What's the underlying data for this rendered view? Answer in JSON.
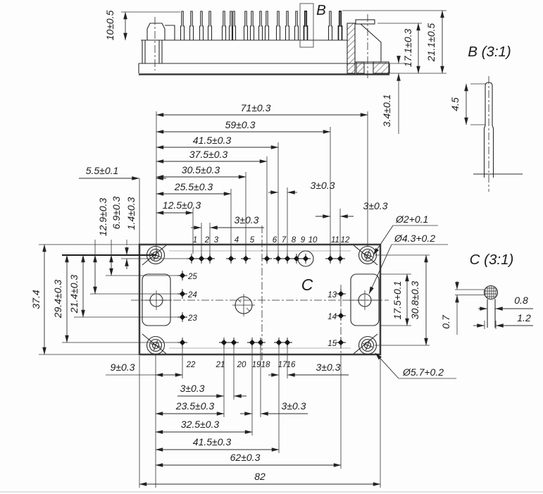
{
  "views": {
    "detail_b_title": "B (3:1)",
    "detail_c_title": "C (3:1)",
    "marker_b": "B",
    "marker_c": "C"
  },
  "dims": {
    "d71": "71±0.3",
    "d59": "59±0.3",
    "d41_5t": "41.5±0.3",
    "d37_5": "37.5±0.3",
    "d30_5": "30.5±0.3",
    "d25_5": "25.5±0.3",
    "d12_5": "12.5±0.3",
    "d3": "3±0.3",
    "d5_5": "5.5±0.1",
    "d37_4": "37.4",
    "d29_4": "29.4±0.3",
    "d21_4": "21.4±0.3",
    "d12_9": "12.9±0.3",
    "d6_9": "6.9±0.3",
    "d1_4": "1.4±0.3",
    "d9": "9±0.3",
    "d23_5": "23.5±0.3",
    "d32_5": "32.5±0.3",
    "d41_5b": "41.5±0.3",
    "d62": "62±0.3",
    "d82": "82",
    "d17_5": "17.5+0.1",
    "d30_8": "30.8±0.3",
    "dia2": "Ø2+0.1",
    "dia4_3": "Ø4.3+0.2",
    "dia5_7": "Ø5.7+0.2",
    "d10": "10±0.5",
    "d17_1": "17.1±0.3",
    "d21_1": "21.1±0.5",
    "d3_4": "3.4±0.1",
    "d4_5": "4.5",
    "d0_8": "0.8",
    "d1_2": "1.2",
    "d0_7": "0.7"
  },
  "pins": {
    "top": [
      "1",
      "2",
      "3",
      "4",
      "5",
      "6",
      "7",
      "8",
      "9",
      "10",
      "11",
      "12"
    ],
    "right": [
      "13",
      "14",
      "15"
    ],
    "bottom": [
      "22",
      "21",
      "20",
      "19",
      "18",
      "17",
      "16"
    ],
    "left": [
      "25",
      "24",
      "23"
    ]
  }
}
